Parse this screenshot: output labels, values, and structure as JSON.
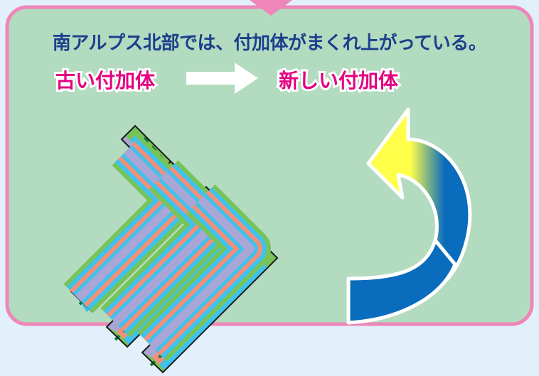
{
  "caption": "南アルプス北部では、付加体がまくれ上がっている。",
  "labels": {
    "old": "古い付加体",
    "new": "新しい付加体"
  },
  "colors": {
    "page_background": "#e2f0fb",
    "panel_fill": "#b3dbc0",
    "panel_border": "#ef86b8",
    "caption_text": "#1c3f8c",
    "label_text": "#e4007f",
    "layer_purple": "#a9a6d6",
    "layer_salmon": "#f38f79",
    "layer_cyan": "#3ec2ee",
    "layer_green": "#78c358",
    "dash_green": "#0e7a3a",
    "arrow_yellow": "#ffff4a",
    "arrow_blue": "#0a6cbc"
  },
  "icons": {
    "top_marker": "pink-down-triangle",
    "progression_arrow": "white-right-arrow",
    "overturn_arrow": "curved-up-arrow"
  }
}
